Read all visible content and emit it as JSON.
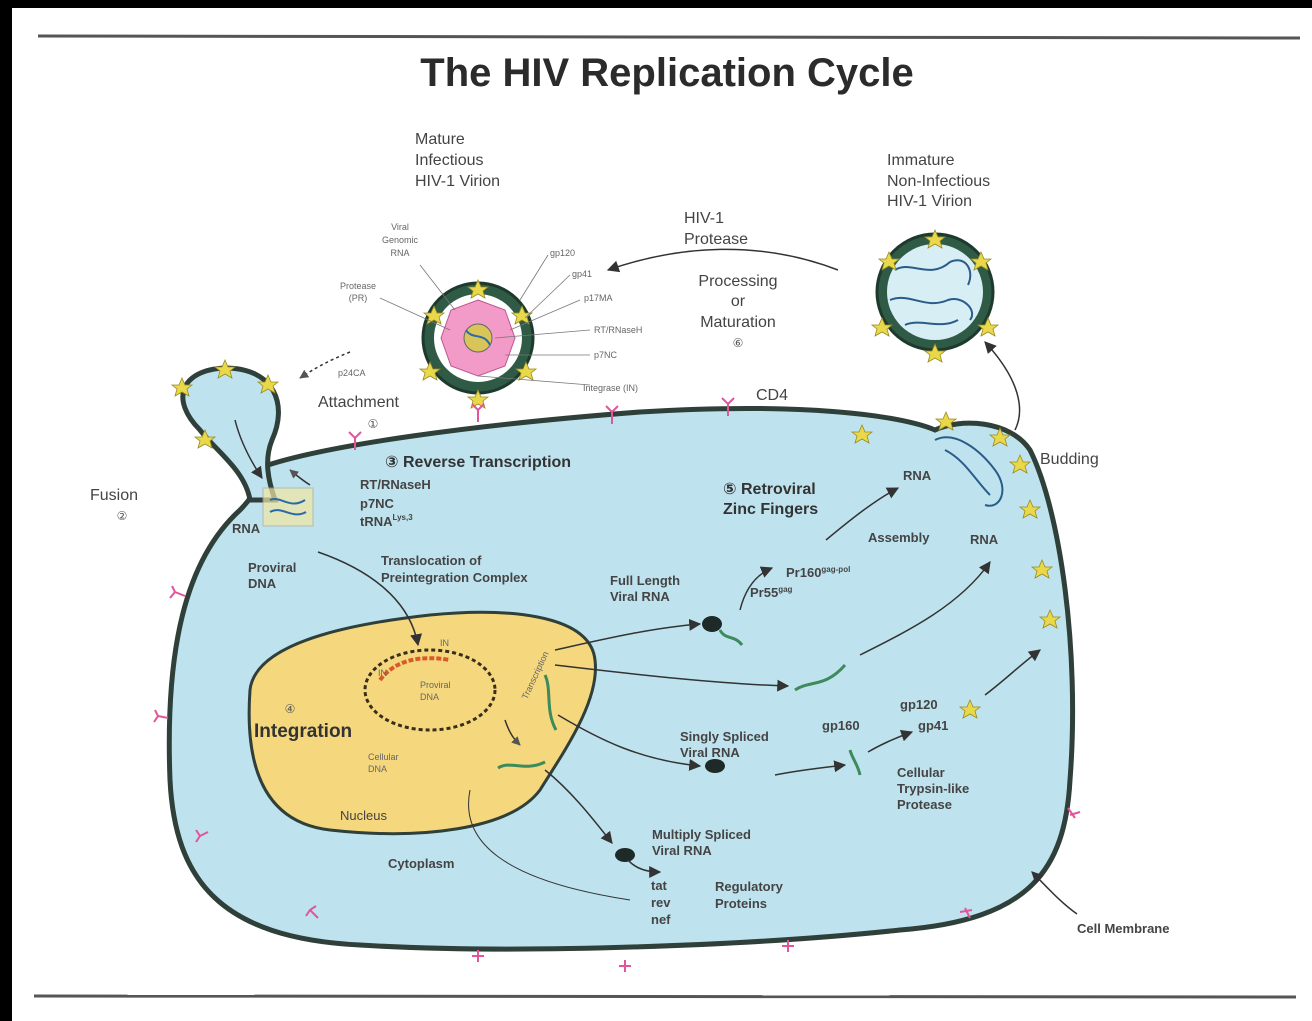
{
  "title": "The HIV Replication Cycle",
  "virions": {
    "mature": [
      "Mature",
      "Infectious",
      "HIV-1 Virion"
    ],
    "immature": [
      "Immature",
      "Non-Infectious",
      "HIV-1 Virion"
    ],
    "mature_parts": {
      "viral_rna": [
        "Viral",
        "Genomic",
        "RNA"
      ],
      "protease": [
        "Protease",
        "(PR)"
      ],
      "gp120": "gp120",
      "gp41": "gp41",
      "p17ma": "p17MA",
      "rt": "RT/RNaseH",
      "p7nc": "p7NC",
      "p24ca": "p24CA",
      "integrase": "Integrase (IN)"
    }
  },
  "steps": {
    "attachment": "Attachment",
    "attachment_num": "①",
    "fusion": "Fusion",
    "fusion_num": "②",
    "reverse_transcription": "③ Reverse Transcription",
    "integration": "Integration",
    "integration_num": "④",
    "zinc_fingers": [
      "⑤ Retroviral",
      "Zinc Fingers"
    ],
    "protease": [
      "HIV-1",
      "Protease"
    ],
    "processing": [
      "Processing",
      "or",
      "Maturation"
    ],
    "processing_num": "⑥",
    "budding": "Budding",
    "assembly": "Assembly"
  },
  "labels": {
    "cd4": "CD4",
    "rt_rnaseh": "RT/RNaseH",
    "p7nc": "p7NC",
    "trna": "tRNA",
    "trna_sup": "Lys,3",
    "rna": "RNA",
    "proviral_dna": [
      "Proviral",
      "DNA"
    ],
    "translocation": [
      "Translocation of",
      "Preintegration Complex"
    ],
    "in": "IN",
    "proviral_dna_inner": [
      "Proviral",
      "DNA"
    ],
    "cellular_dna": [
      "Cellular",
      "DNA"
    ],
    "nucleus": "Nucleus",
    "transcription": "Transcription",
    "cytoplasm": "Cytoplasm",
    "full_length": [
      "Full Length",
      "Viral RNA"
    ],
    "pr160": "Pr160",
    "pr160_sup": "gag-pol",
    "pr55": "Pr55",
    "pr55_sup": "gag",
    "rna_top": "RNA",
    "rna_right": "RNA",
    "singly_spliced": [
      "Singly Spliced",
      "Viral RNA"
    ],
    "gp160": "gp160",
    "gp120": "gp120",
    "gp41": "gp41",
    "trypsin": [
      "Cellular",
      "Trypsin-like",
      "Protease"
    ],
    "multiply_spliced": [
      "Multiply Spliced",
      "Viral RNA"
    ],
    "tat_rev_nef": [
      "tat",
      "rev",
      "nef"
    ],
    "regulatory": [
      "Regulatory",
      "Proteins"
    ],
    "cell_membrane": "Cell Membrane"
  },
  "colors": {
    "cytoplasm": "#bfe3ee",
    "nucleus": "#f5d77e",
    "membrane": "#2f3f3a",
    "envelope_dark": "#3d6b4a",
    "star": "#e9d84a",
    "core_pink": "#f29ac8",
    "receptor": "#e0559b",
    "rna_green": "#3d8a5a"
  }
}
